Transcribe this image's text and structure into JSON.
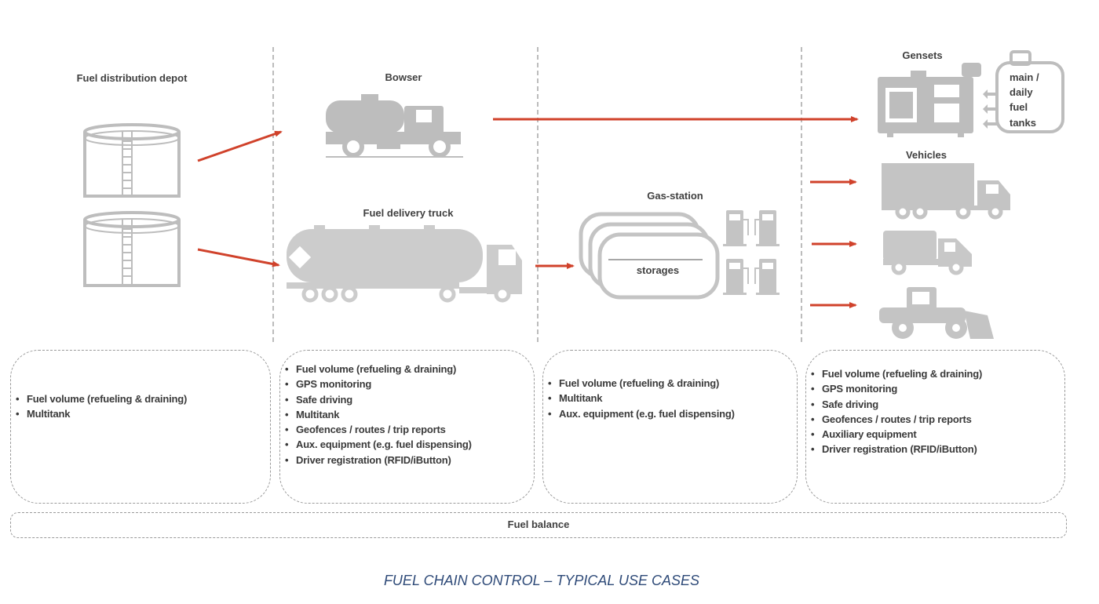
{
  "labels": {
    "depot": "Fuel distribution depot",
    "bowser": "Bowser",
    "delivery_truck": "Fuel delivery truck",
    "gas_station": "Gas-station",
    "storages": "storages",
    "gensets": "Gensets",
    "gensets_tanks": [
      "main /",
      "daily",
      "fuel",
      "tanks"
    ],
    "vehicles": "Vehicles"
  },
  "use_cases": {
    "depot": [
      "Fuel volume (refueling & draining)",
      "Multitank"
    ],
    "trucks": [
      "Fuel volume (refueling & draining)",
      "GPS monitoring",
      "Safe driving",
      "Multitank",
      "Geofences / routes / trip reports",
      "Aux. equipment (e.g. fuel dispensing)",
      "Driver registration (RFID/iButton)"
    ],
    "gas_station": [
      "Fuel volume (refueling & draining)",
      "Multitank",
      "Aux. equipment (e.g. fuel dispensing)"
    ],
    "consumers": [
      "Fuel volume (refueling & draining)",
      "GPS monitoring",
      "Safe driving",
      "Geofences / routes / trip reports",
      "Auxiliary equipment",
      "Driver registration (RFID/iButton)"
    ]
  },
  "fuel_balance": "Fuel balance",
  "caption": "FUEL CHAIN CONTROL – TYPICAL USE CASES",
  "colors": {
    "arrow": "#d0422b",
    "icon": "#bdbdbd",
    "caption": "#2e4a78"
  }
}
